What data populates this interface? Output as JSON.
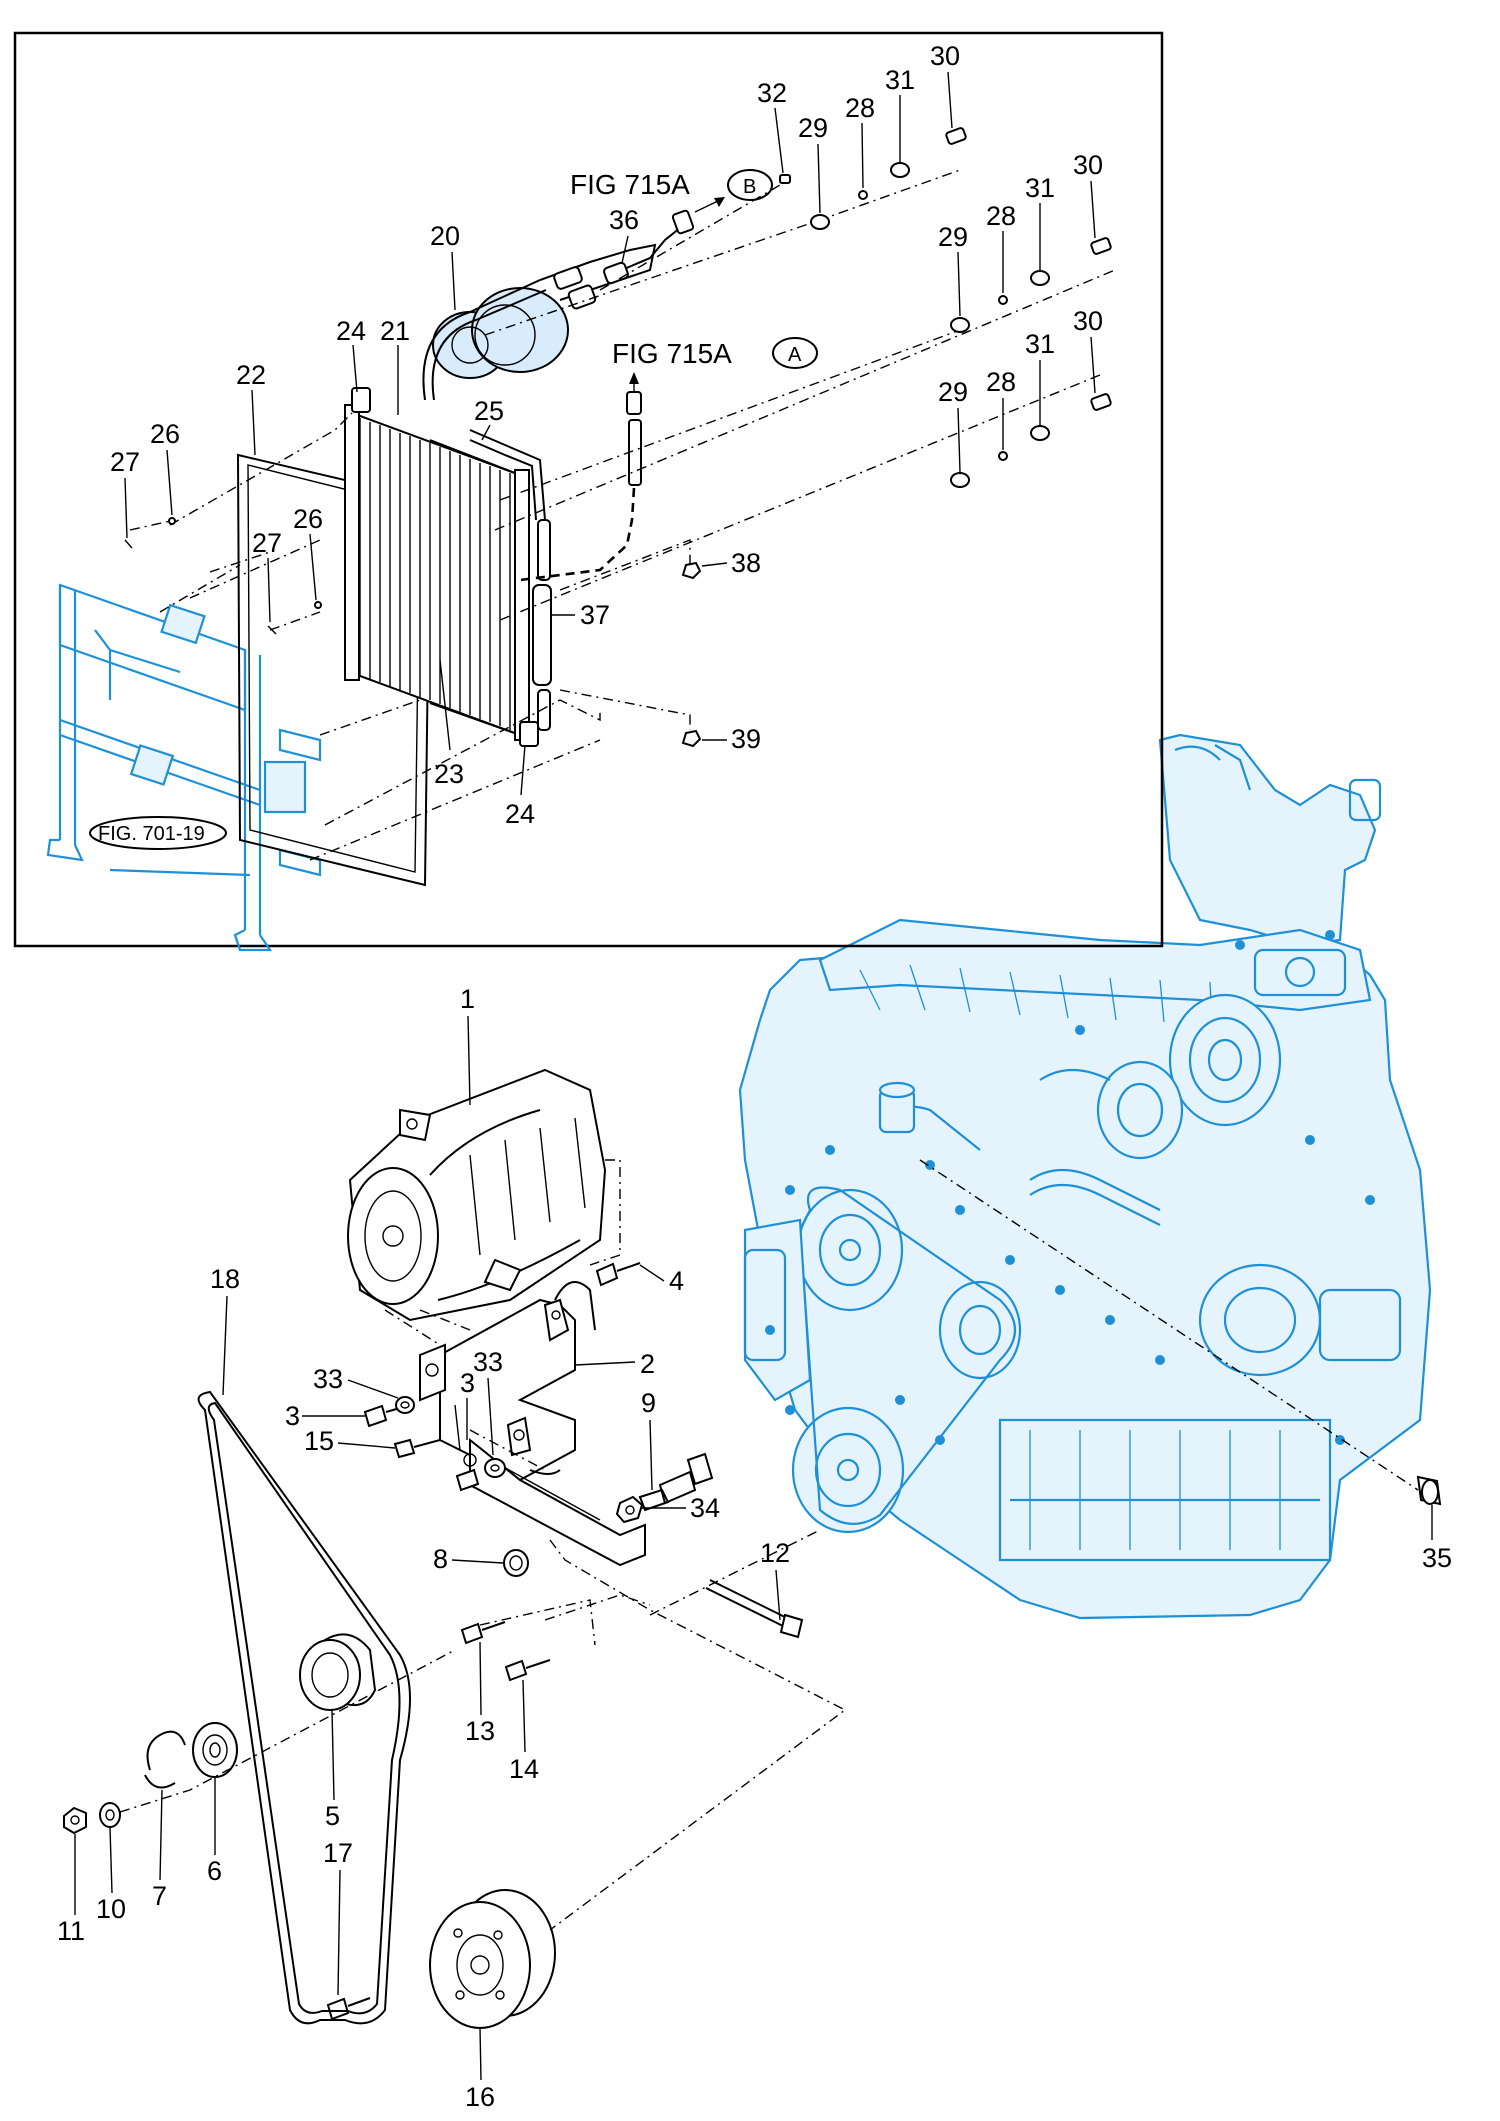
{
  "inset": {
    "references": {
      "fig_b": "FIG 715A",
      "circle_b": "B",
      "fig_a": "FIG 715A",
      "circle_a": "A",
      "fig_701": "FIG. 701-19"
    },
    "labels": {
      "n20": "20",
      "n21": "21",
      "n22": "22",
      "n23": "23",
      "n24a": "24",
      "n24b": "24",
      "n25": "25",
      "n26a": "26",
      "n26b": "26",
      "n27a": "27",
      "n27b": "27",
      "n28a": "28",
      "n28b": "28",
      "n28c": "28",
      "n29a": "29",
      "n29b": "29",
      "n29c": "29",
      "n30a": "30",
      "n30b": "30",
      "n30c": "30",
      "n31a": "31",
      "n31b": "31",
      "n31c": "31",
      "n32": "32",
      "n36": "36",
      "n37": "37",
      "n38": "38",
      "n39": "39"
    }
  },
  "main": {
    "labels": {
      "n1": "1",
      "n2": "2",
      "n3a": "3",
      "n3b": "3",
      "n4": "4",
      "n5": "5",
      "n6": "6",
      "n7": "7",
      "n8": "8",
      "n9": "9",
      "n10": "10",
      "n11": "11",
      "n12": "12",
      "n13": "13",
      "n14": "14",
      "n15": "15",
      "n16": "16",
      "n17": "17",
      "n18": "18",
      "n33a": "33",
      "n33b": "33",
      "n34": "34",
      "n35": "35"
    }
  },
  "colors": {
    "engine_outline": "#1e90d8",
    "line_art": "#000000"
  }
}
